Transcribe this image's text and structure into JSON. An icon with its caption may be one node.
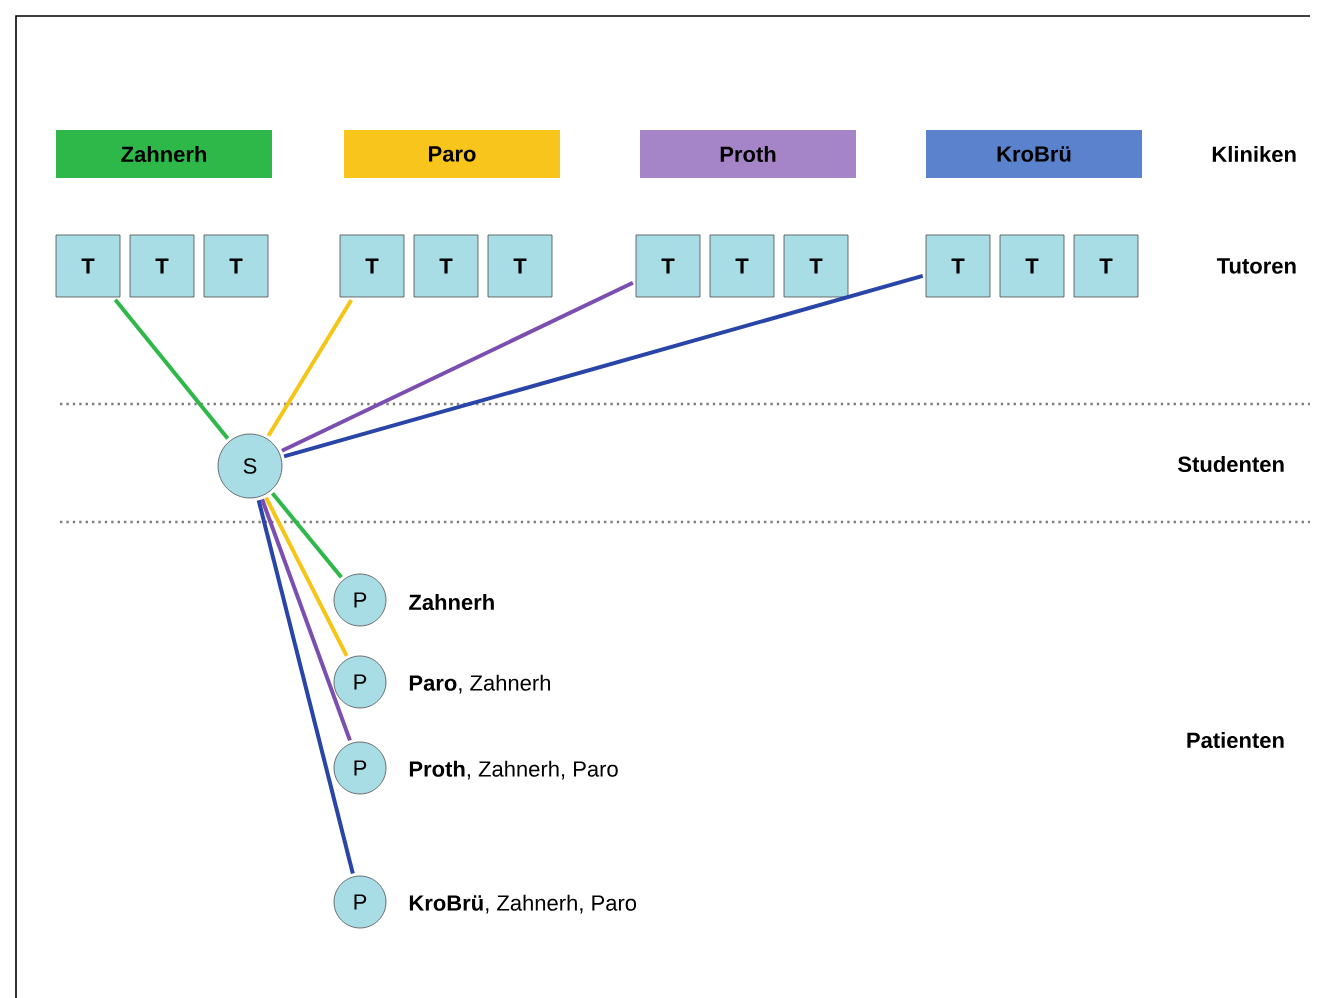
{
  "diagram": {
    "nodes": [
      {
        "text": [
          "Zahnerh"
        ]
      },
      {
        "text": [
          "Paro"
        ]
      },
      {
        "text": [
          "Proth"
        ]
      },
      {
        "text": [
          "KroBrü"
        ]
      },
      {
        "text": [
          "T"
        ]
      },
      {
        "text": [
          "T"
        ]
      },
      {
        "text": [
          "T"
        ]
      },
      {
        "text": [
          "T"
        ]
      },
      {
        "text": [
          "T"
        ]
      },
      {
        "text": [
          "T"
        ]
      },
      {
        "text": [
          "T"
        ]
      },
      {
        "text": [
          "T"
        ]
      },
      {
        "text": [
          "T"
        ]
      },
      {
        "text": [
          "T"
        ]
      },
      {
        "text": [
          "T"
        ]
      },
      {
        "text": [
          "T"
        ]
      },
      {
        "text": [
          "S"
        ]
      },
      {
        "text": [
          "P"
        ],
        "beside": [
          "**Zahnerh**"
        ]
      },
      {
        "text": [
          "P"
        ],
        "beside": [
          "**Paro**, Zahnerh"
        ]
      },
      {
        "text": [
          "P"
        ],
        "beside": [
          "**Proth**, Zahnerh, Paro"
        ]
      },
      {
        "text": [
          "P"
        ],
        "beside": [
          "**KroBrü**, Zahnerh, Paro"
        ]
      }
    ],
    "edges": [
      {
        "from": 4,
        "to": 16,
        "arrow": "none",
        "color": "#2eb84a"
      },
      {
        "from": 7,
        "to": 16,
        "arrow": "none",
        "color": "#f5c518"
      },
      {
        "from": 10,
        "to": 16,
        "arrow": "none",
        "color": "#7b4fb0"
      },
      {
        "from": 13,
        "to": 16,
        "arrow": "none",
        "color": "#2a45a8"
      },
      {
        "from": 16,
        "to": 17,
        "arrow": "none",
        "color": "#2eb84a"
      },
      {
        "from": 16,
        "to": 18,
        "arrow": "none",
        "color": "#f5c518"
      },
      {
        "from": 16,
        "to": 19,
        "arrow": "none",
        "color": "#7b4fb0"
      },
      {
        "from": 16,
        "to": 20,
        "arrow": "none",
        "color": "#2a45a8"
      }
    ],
    "labels": [
      "Kliniken",
      "Tutoren",
      "Studenten",
      "Patienten"
    ]
  }
}
